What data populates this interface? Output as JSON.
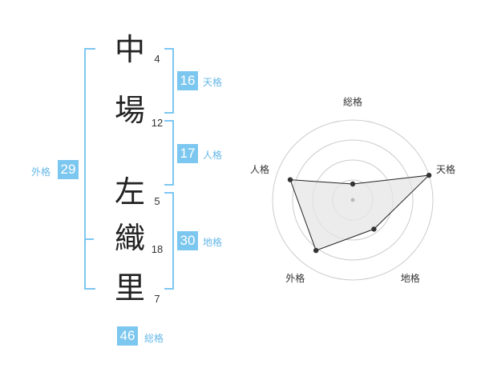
{
  "name": {
    "chars": [
      {
        "char": "中",
        "strokes": "4"
      },
      {
        "char": "場",
        "strokes": "12"
      },
      {
        "char": "左",
        "strokes": "5"
      },
      {
        "char": "織",
        "strokes": "18"
      },
      {
        "char": "里",
        "strokes": "7"
      }
    ]
  },
  "kakusu": {
    "tenkaku": {
      "value": "16",
      "label": "天格"
    },
    "jinkaku": {
      "value": "17",
      "label": "人格"
    },
    "chikaku": {
      "value": "30",
      "label": "地格"
    },
    "gaikaku": {
      "value": "29",
      "label": "外格"
    },
    "soukaku": {
      "value": "46",
      "label": "総格"
    }
  },
  "colors": {
    "accent": "#7cc7ef",
    "accent_text": "#66b8e8",
    "radar_fill": "#e6e6e6",
    "radar_stroke": "#222222",
    "grid": "#cccccc"
  },
  "chart_data": {
    "type": "radar",
    "axes": [
      "総格",
      "天格",
      "地格",
      "外格",
      "人格"
    ],
    "values": [
      0.2,
      1.0,
      0.45,
      0.78,
      0.82
    ],
    "range": [
      0,
      1
    ],
    "rings": 4,
    "grid": true
  }
}
